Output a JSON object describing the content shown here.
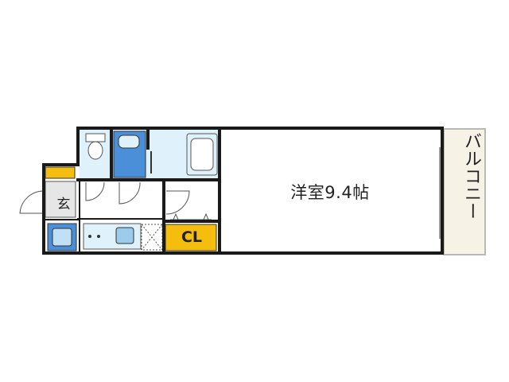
{
  "floorplan": {
    "rooms": {
      "western_room": {
        "label": "洋室9.4帖"
      },
      "closet": {
        "label": "CL"
      },
      "entrance": {
        "label": "玄"
      },
      "balcony": {
        "label": "バルコニー"
      }
    },
    "colors": {
      "wall": "#1a1a1a",
      "wet_area": "#dff1fb",
      "fixture_blue": "#4a8fd8",
      "closet_yellow": "#f5bd0e",
      "balcony_fill": "#f7f2e6",
      "balcony_edge": "#c8c8c8"
    },
    "icons": [
      "toilet-icon",
      "washbasin-icon",
      "bathtub-icon",
      "washing-machine-icon",
      "sink-icon",
      "stove-icon",
      "refrigerator-space-icon",
      "shoe-cabinet-icon"
    ]
  }
}
